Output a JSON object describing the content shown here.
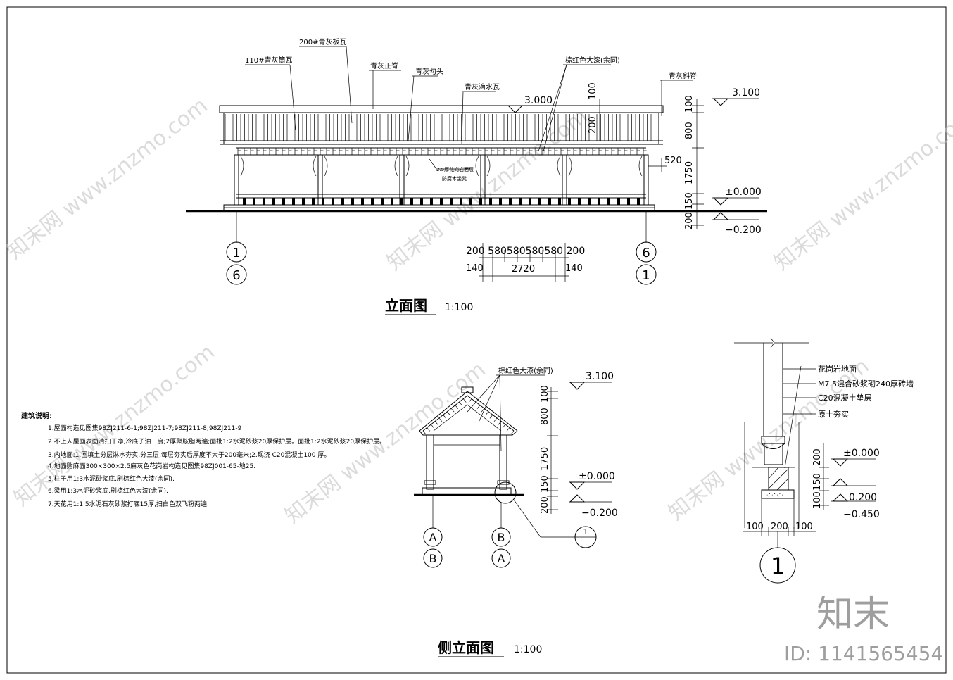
{
  "elevation": {
    "labels": {
      "tube_tile": "110#青灰筒瓦",
      "plate_tile": "200#青灰板瓦",
      "ridge": "青灰正脊",
      "eave_tile": "青灰勾头",
      "drip_tile": "青灰滴水瓦",
      "paint": "棕红色大漆(余同)",
      "slope_ridge": "青灰斜脊",
      "inner_note": "2.5厚花岗岩面层",
      "inner_note2": "防腐木坐凳"
    },
    "dims": {
      "d100": "100",
      "d200": "200",
      "d800": "800",
      "d1750": "1750",
      "d150": "150",
      "d520": "520",
      "d100b": "100",
      "d200b": "200",
      "el_3000": "3.000",
      "el_3100": "3.100",
      "el_0000": "±0.000",
      "el_m0200": "−0.200",
      "bays": "200 580580580580 200",
      "b140a": "140",
      "b2720": "2720",
      "b140b": "140"
    },
    "axes": {
      "left_top": "1",
      "left_bot": "6",
      "right_top": "6",
      "right_bot": "1"
    },
    "title": "立面图",
    "scale": "1:100"
  },
  "notes": {
    "heading": "建筑说明:",
    "items": [
      "1.屋面构造见图集98ZJ211-6-1;98ZJ211-7;98ZJ211-8;98ZJ211-9",
      "2.不上人屋面表面清扫干净,冷底子油一度;2厚聚胺脂两遍;面批1:2水泥砂浆20厚保护层。面批1:2水泥砂浆20厚保护层。",
      "3.内地面:1.回填土分层淋水夯实,分三层,每层夯实后厚度不大于200毫米;2.现浇 C20混凝土100 厚。",
      "4.地面贴麻面300×300×2.5麻灰色花岗岩构造见图集98ZJ001-65-地25.",
      "5.柱子用1:3水泥砂浆底,刷棕红色大漆(余同).",
      "6.梁用1:3水泥砂浆底,刷棕红色大漆(余同).",
      "7.天花用1:1.5水泥石灰砂浆打底15厚,扫白色双飞粉两遍."
    ]
  },
  "side": {
    "paint": "棕红色大漆(余同)",
    "el_3100": "3.100",
    "el_0000": "±0.000",
    "el_m0200": "−0.200",
    "d100": "100",
    "d800": "800",
    "d1750": "1750",
    "d150": "150",
    "d200": "200",
    "axes": {
      "l_top": "A",
      "l_bot": "B",
      "r_top": "B",
      "r_bot": "A"
    },
    "detail_ref_top": "1",
    "detail_ref_bot": "−",
    "title": "侧立面图",
    "scale": "1:100"
  },
  "detail": {
    "layers": [
      "花岗岩地面",
      "M7.5混合砂浆砌240厚砖墙",
      "C20混凝土垫层",
      "原土夯实"
    ],
    "el_0000": "±0.000",
    "el_0200": "0.200",
    "el_m0450": "−0.450",
    "d200": "200",
    "d150": "150",
    "d100": "100",
    "w100a": "100",
    "w200": "200",
    "w100b": "100",
    "number": "1"
  },
  "brand": {
    "logo": "知末",
    "id": "ID: 1141565454",
    "wm": "知末网 www.znzmo.com"
  }
}
